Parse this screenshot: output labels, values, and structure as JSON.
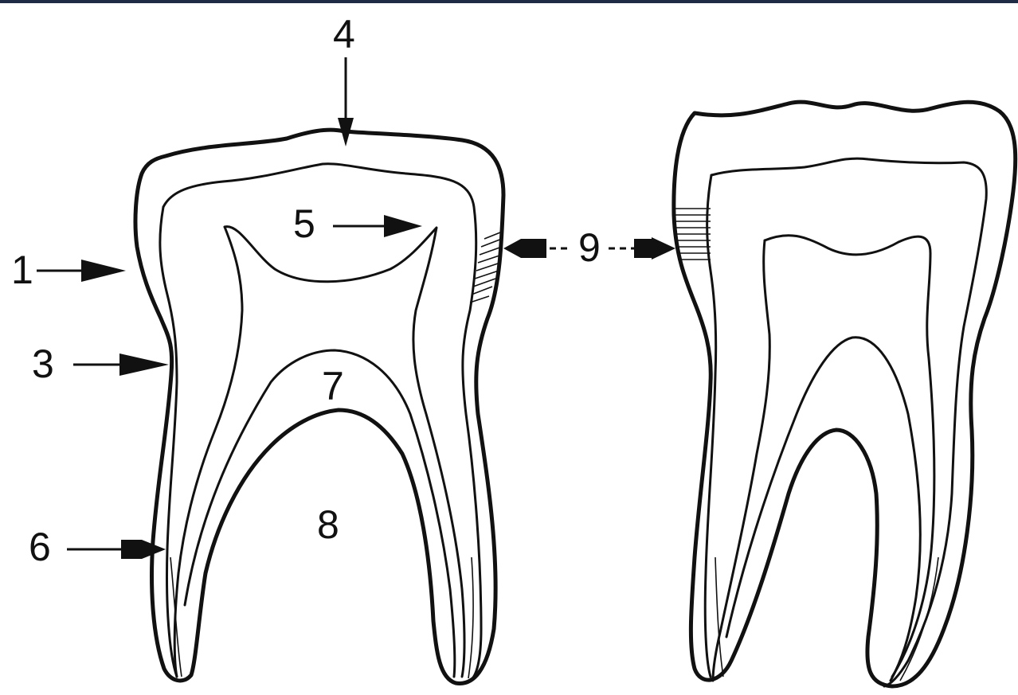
{
  "diagram": {
    "labels": {
      "l1": "1",
      "l3": "3",
      "l4": "4",
      "l5": "5",
      "l6": "6",
      "l7": "7",
      "l8": "8",
      "l9": "9"
    },
    "colors": {
      "line": "#111111",
      "background": "#ffffff",
      "top_border": "#1f2a44"
    }
  }
}
